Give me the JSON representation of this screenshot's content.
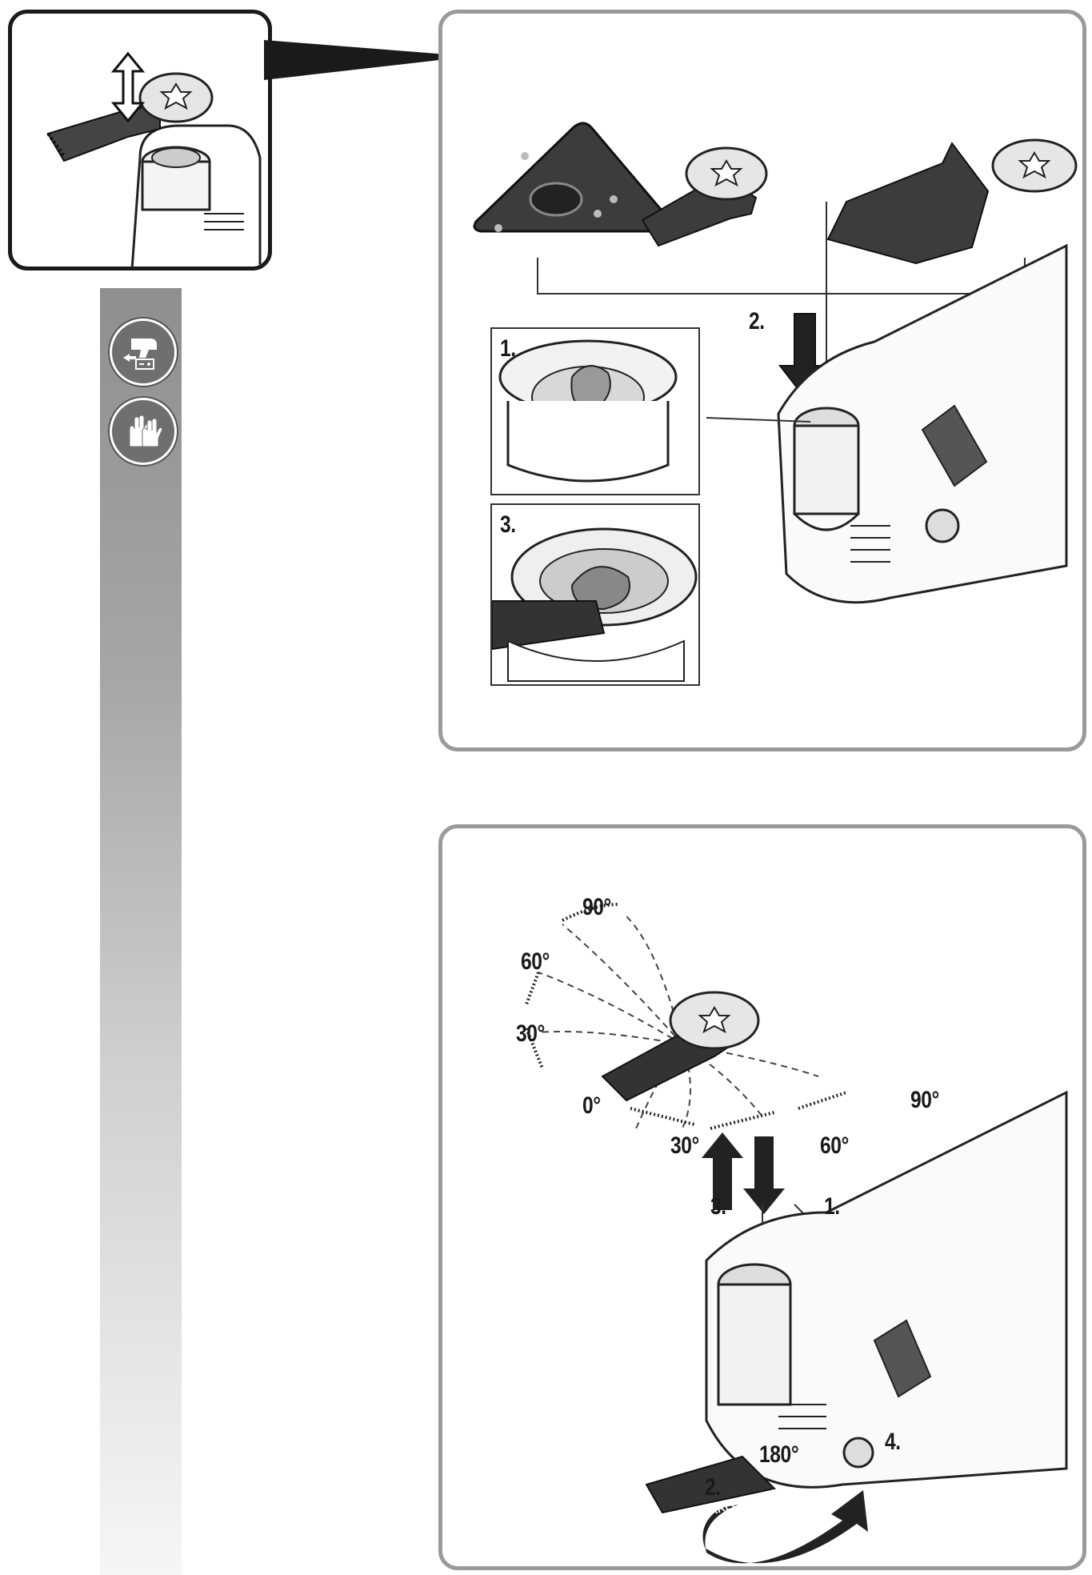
{
  "top_panel": {
    "step_1": "1.",
    "step_2": "2.",
    "step_3": "3."
  },
  "bottom_panel": {
    "angle_90_top": "90°",
    "angle_60_left": "60°",
    "angle_30_left": "30°",
    "angle_0": "0°",
    "angle_30_bottom": "30°",
    "angle_60_bottom": "60°",
    "angle_90_right": "90°",
    "step_3": "3.",
    "step_1": "1.",
    "angle_180": "180°",
    "step_2": "2.",
    "step_4": "4.",
    "blade_brand": "STARLOCK PLUS"
  },
  "icons": [
    "remove-battery-icon",
    "gloves-icon"
  ],
  "colors": {
    "frame": "#9a9a9a",
    "sidebar": "#a6a6a6",
    "ink": "#1a1a1a"
  }
}
